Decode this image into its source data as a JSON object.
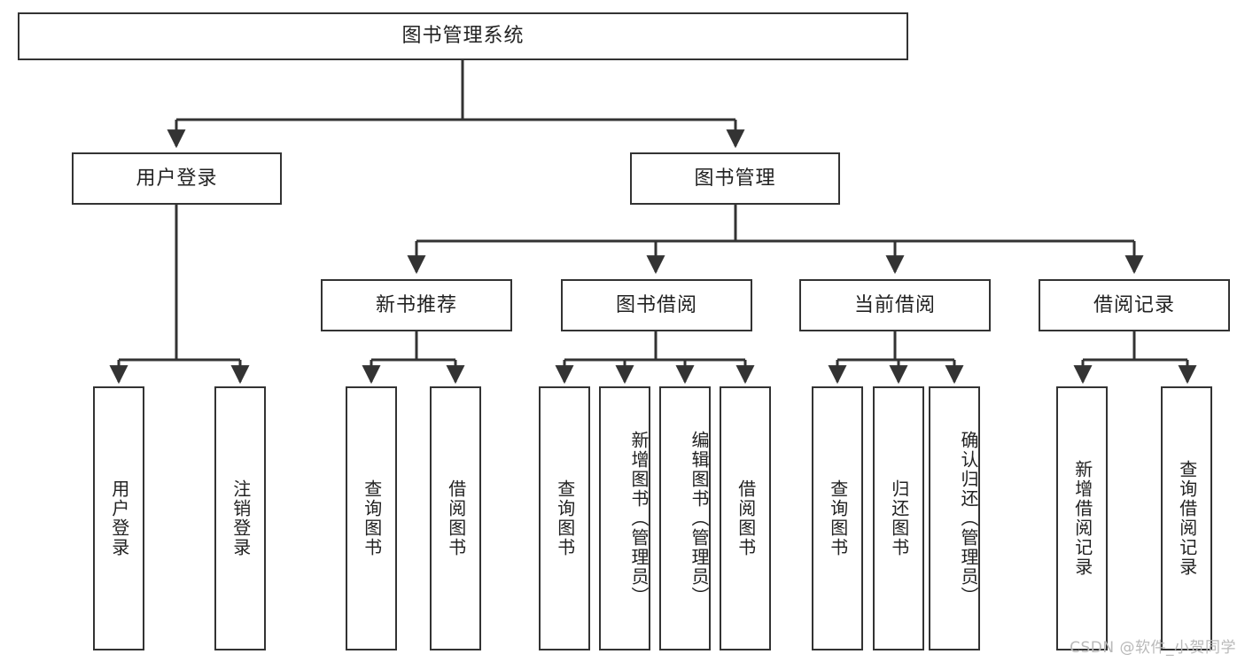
{
  "diagram": {
    "title": "图书管理系统",
    "type": "tree",
    "watermark": "CSDN @软件_小贺同学",
    "colors": {
      "box_border": "#333333",
      "box_fill": "#ffffff",
      "connector": "#333333",
      "text": "#222222",
      "watermark": "#b9b9b9"
    },
    "root": {
      "label": "图书管理系统"
    },
    "level2": [
      {
        "label": "用户登录"
      },
      {
        "label": "图书管理"
      }
    ],
    "level3": [
      {
        "label": "新书推荐"
      },
      {
        "label": "图书借阅"
      },
      {
        "label": "当前借阅"
      },
      {
        "label": "借阅记录"
      }
    ],
    "leaves": {
      "user_login": [
        {
          "label": "用户登录"
        },
        {
          "label": "注销登录"
        }
      ],
      "new_book_recommend": [
        {
          "label": "查询图书"
        },
        {
          "label": "借阅图书"
        }
      ],
      "book_borrow": [
        {
          "label": "查询图书"
        },
        {
          "label": "新增图书（管理员）"
        },
        {
          "label": "编辑图书（管理员）"
        },
        {
          "label": "借阅图书"
        }
      ],
      "current_borrow": [
        {
          "label": "查询图书"
        },
        {
          "label": "归还图书"
        },
        {
          "label": "确认归还（管理员）"
        }
      ],
      "borrow_record": [
        {
          "label": "新增借阅记录"
        },
        {
          "label": "查询借阅记录"
        }
      ]
    }
  }
}
